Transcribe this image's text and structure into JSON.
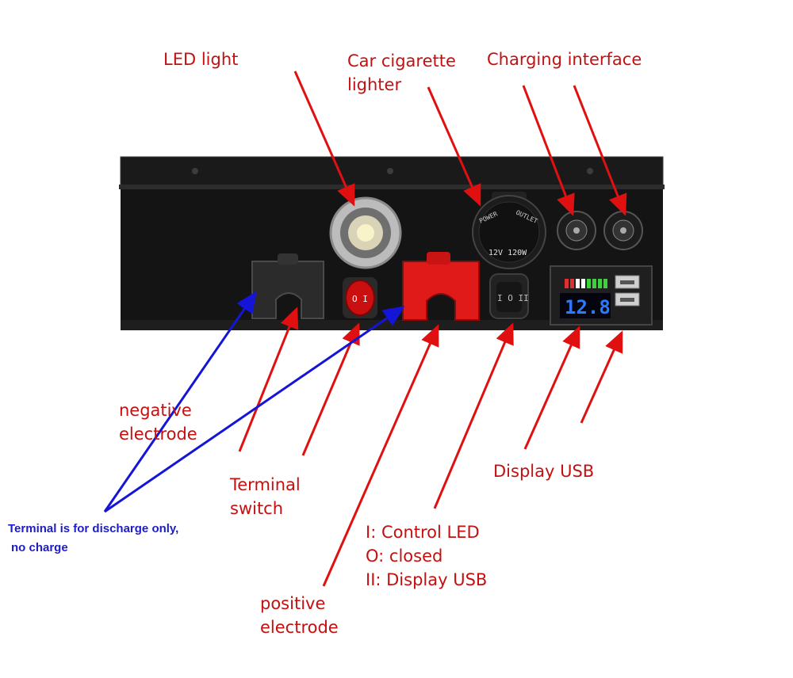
{
  "labels": {
    "led_light": "LED light",
    "cigarette_line1": "Car cigarette",
    "cigarette_line2": "lighter",
    "charging_interface": "Charging interface",
    "negative_line1": "negative",
    "negative_line2": "electrode",
    "terminal_line1": "Terminal",
    "terminal_line2": "switch",
    "display_usb": "Display USB",
    "control_line1": "I: Control LED",
    "control_line2": "O: closed",
    "control_line3": "II: Display USB",
    "positive_line1": "positive",
    "positive_line2": "electrode"
  },
  "note": {
    "line1": "Terminal is for discharge only,",
    "line2": "no charge"
  },
  "device": {
    "socket_top_text": "POWER",
    "socket_outlet_text": "OUTLET",
    "socket_rating": "12V 120W",
    "voltage_display": "12.8",
    "rocker_symbols": "I O II",
    "switch_symbol": "O I"
  },
  "colors": {
    "label_red": "#c41010",
    "note_blue": "#1d1dc8",
    "box_body": "#141414",
    "terminal_red": "#e01919",
    "display_blue": "#2a7bff"
  }
}
